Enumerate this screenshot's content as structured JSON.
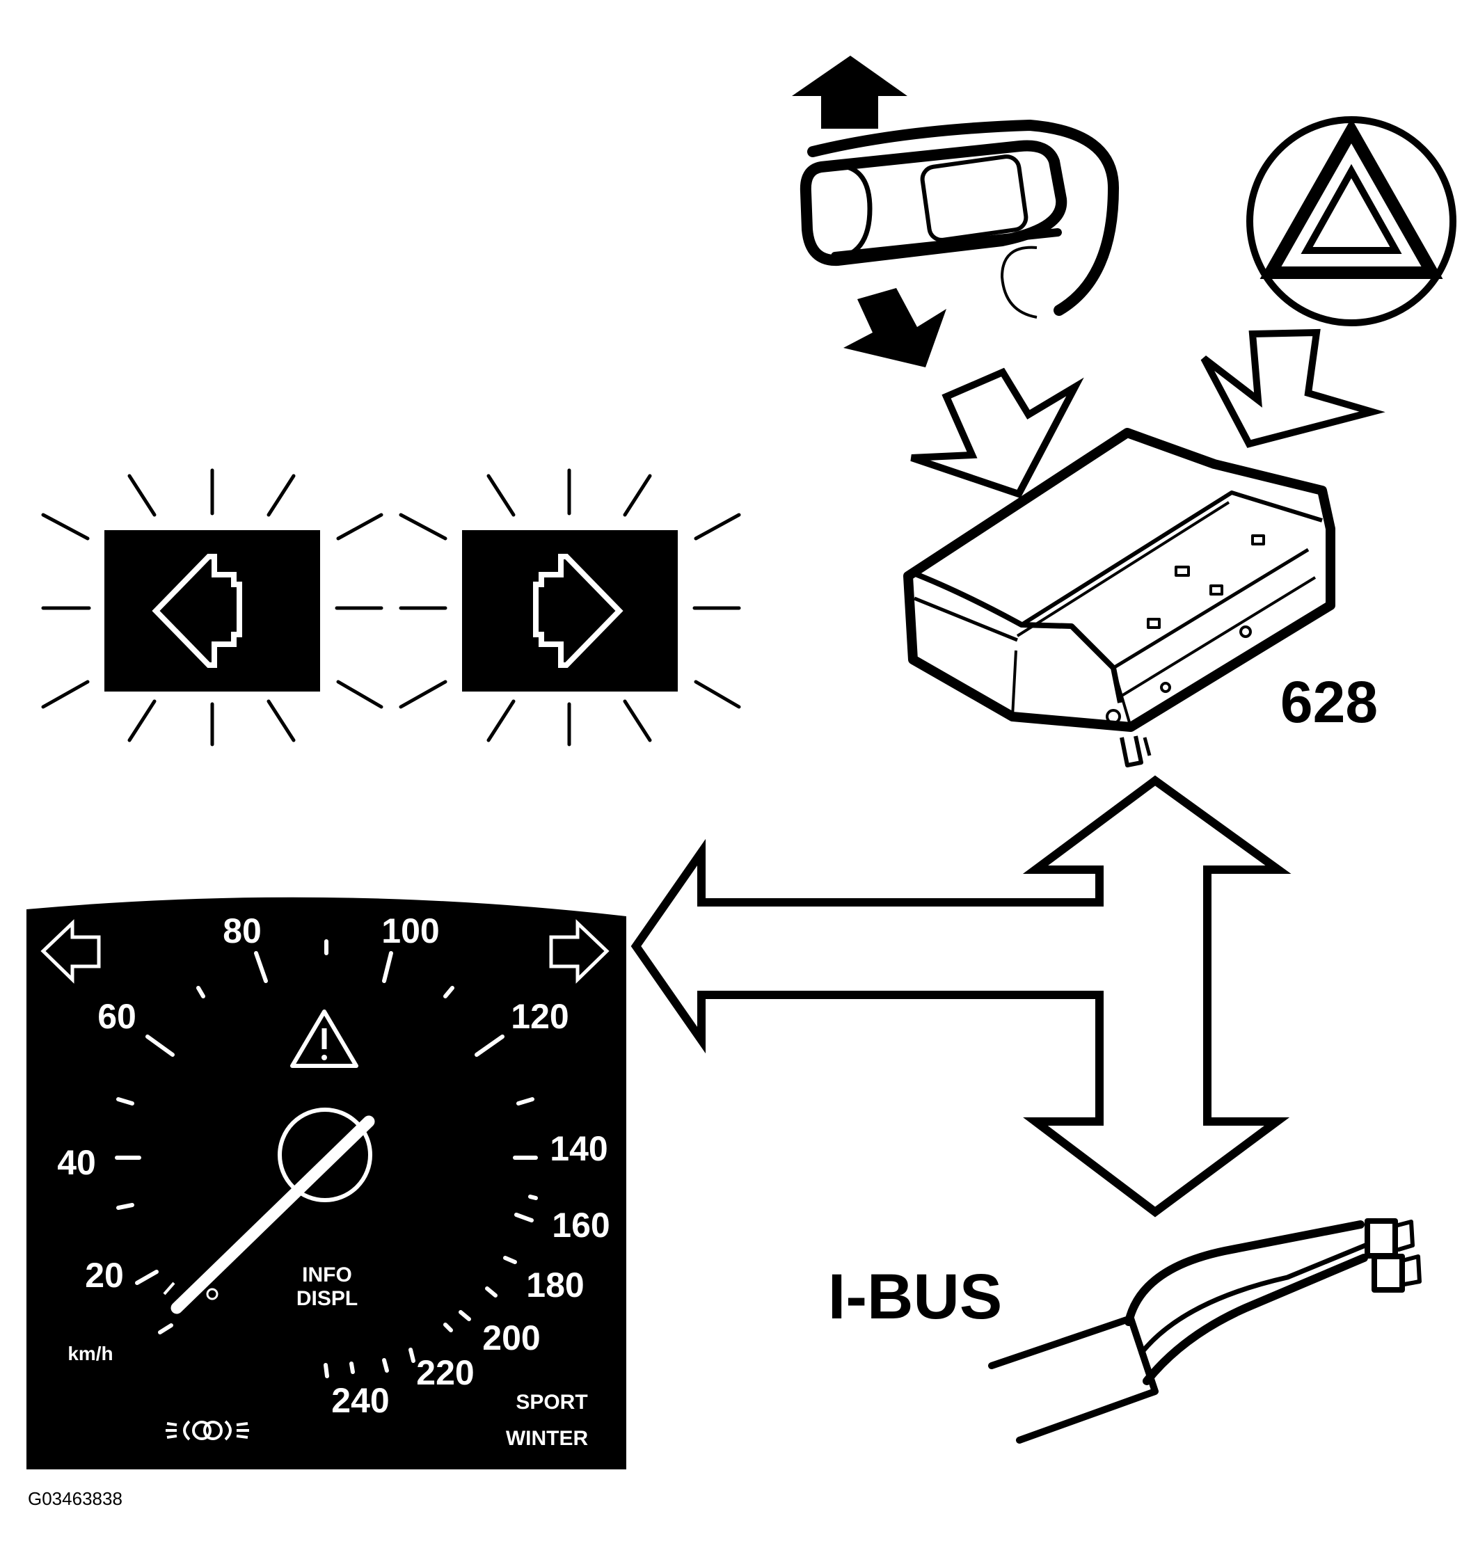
{
  "colors": {
    "ink": "#000000",
    "paper": "#ffffff"
  },
  "module": {
    "label": "628"
  },
  "bus": {
    "label": "I-BUS"
  },
  "figure": {
    "id": "G03463838"
  },
  "indicators": {
    "left": {
      "icon": "left-turn-arrow-icon"
    },
    "right": {
      "icon": "right-turn-arrow-icon"
    }
  },
  "inputs": {
    "stalk": {
      "icon": "turn-signal-stalk-icon"
    },
    "hazard": {
      "icon": "hazard-warning-icon"
    }
  },
  "cluster": {
    "speed_labels": [
      "20",
      "40",
      "60",
      "80",
      "100",
      "120",
      "140",
      "160",
      "180",
      "200",
      "220",
      "240"
    ],
    "unit": "km/h",
    "info_line1": "INFO",
    "info_line2": "DISPL",
    "mode_sport": "SPORT",
    "mode_winter": "WINTER"
  }
}
